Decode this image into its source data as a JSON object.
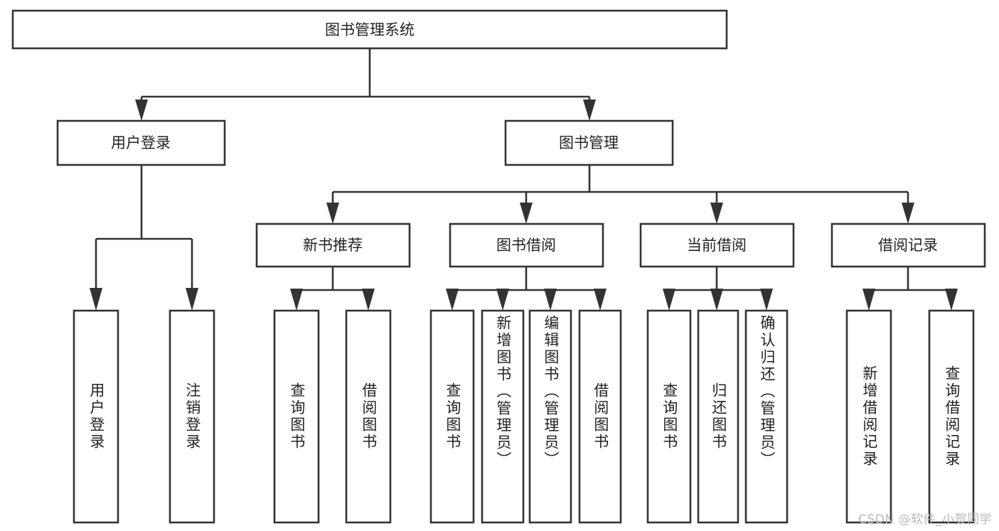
{
  "diagram": {
    "type": "tree-hierarchy-chart",
    "title": "图书管理系统",
    "orientation": "top-down",
    "colors": {
      "box_fill": "#ffffff",
      "box_stroke": "#333333",
      "text": "#222222",
      "background": "#ffffff",
      "watermark": "#b8b8b8"
    },
    "root": {
      "label": "图书管理系统"
    },
    "level2": [
      {
        "id": "user-login",
        "label": "用户登录"
      },
      {
        "id": "book-management",
        "label": "图书管理"
      }
    ],
    "level3": [
      {
        "id": "new-book-recommend",
        "label": "新书推荐",
        "parent": "book-management"
      },
      {
        "id": "book-borrow",
        "label": "图书借阅",
        "parent": "book-management"
      },
      {
        "id": "current-borrow",
        "label": "当前借阅",
        "parent": "book-management"
      },
      {
        "id": "borrow-record",
        "label": "借阅记录",
        "parent": "book-management"
      }
    ],
    "leaves": {
      "user-login": [
        {
          "id": "leaf-user-login",
          "label": "用户登录"
        },
        {
          "id": "leaf-user-logout",
          "label": "注销登录"
        }
      ],
      "new-book-recommend": [
        {
          "id": "leaf-query-book-1",
          "label": "查询图书"
        },
        {
          "id": "leaf-borrow-book-1",
          "label": "借阅图书"
        }
      ],
      "book-borrow": [
        {
          "id": "leaf-query-book-2",
          "label": "查询图书"
        },
        {
          "id": "leaf-add-book",
          "label": "新增图书（管理员）"
        },
        {
          "id": "leaf-edit-book",
          "label": "编辑图书（管理员）"
        },
        {
          "id": "leaf-borrow-book-2",
          "label": "借阅图书"
        }
      ],
      "current-borrow": [
        {
          "id": "leaf-query-book-3",
          "label": "查询图书"
        },
        {
          "id": "leaf-return-book",
          "label": "归还图书"
        },
        {
          "id": "leaf-confirm-return",
          "label": "确认归还（管理员）"
        }
      ],
      "borrow-record": [
        {
          "id": "leaf-add-record",
          "label": "新增借阅记录"
        },
        {
          "id": "leaf-query-record",
          "label": "查询借阅记录"
        }
      ]
    },
    "watermark": "CSDN @软件_小贺同学"
  }
}
